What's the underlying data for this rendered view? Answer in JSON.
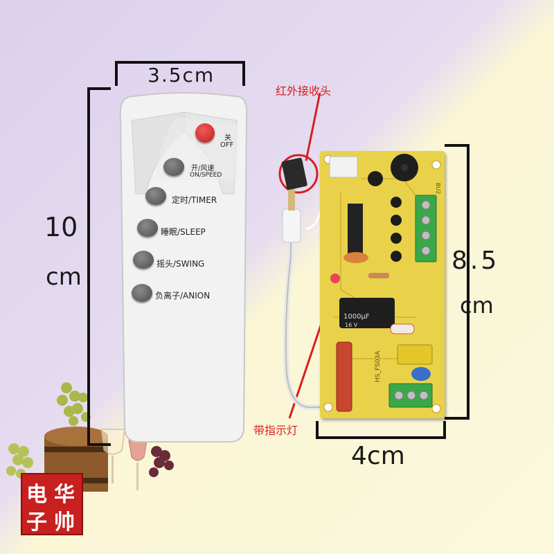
{
  "remote": {
    "off_cn": "关",
    "off_en": "OFF",
    "buttons": [
      {
        "cn": "开/风速",
        "en": "ON/SPEED"
      },
      {
        "cn": "定时",
        "en": "/TIMER"
      },
      {
        "cn": "睡眠",
        "en": "/SLEEP"
      },
      {
        "cn": "摇头",
        "en": "/SWING"
      },
      {
        "cn": "负离子",
        "en": "/ANION"
      }
    ],
    "width_label": "3.5cm",
    "height_value": "10",
    "height_unit": "cm"
  },
  "board": {
    "width_label": "4cm",
    "height_value": "8.5",
    "height_unit": "cm",
    "ir_callout": "红外接收头",
    "led_callout": "带指示灯",
    "capacitor_text": "1000μF",
    "capacitor_voltage": "16 V",
    "board_code": "HS_FS03A",
    "buzzer_label": "BU2"
  },
  "logo": {
    "chars": [
      "电",
      "华",
      "子",
      "帅"
    ]
  },
  "colors": {
    "callout": "#d81e1e",
    "remote_body": "#f2f2f2",
    "off_button": "#d72a2a",
    "pcb": "#e9d24a",
    "terminal": "#3aa84a",
    "logo_bg": "#c81f1f"
  }
}
